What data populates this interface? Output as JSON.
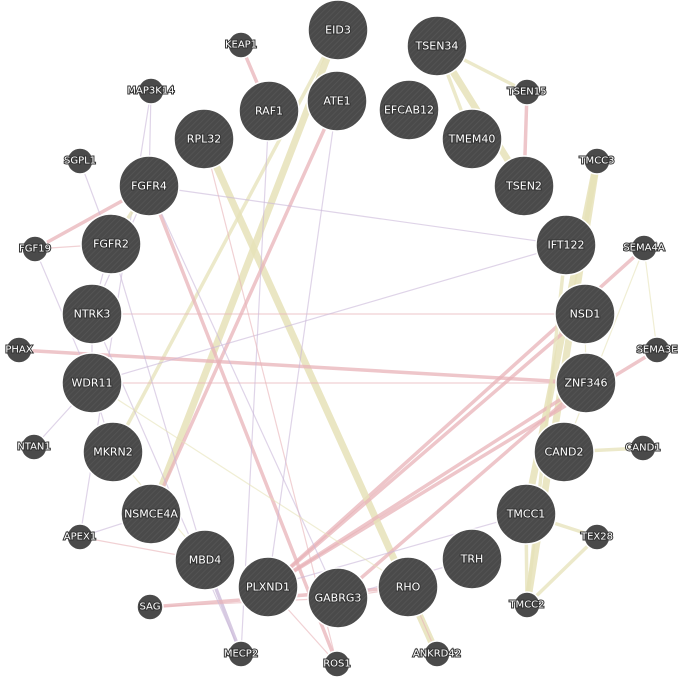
{
  "colors": {
    "node_fill": "#4a4a4a",
    "node_stroke": "#ffffff",
    "edge_coexpression": "#e8b3b8",
    "edge_colocalization": "#c9b8d8",
    "edge_shared_domains": "#e6e2b8",
    "edge_genetic": "#d4cfa0"
  },
  "nodes": [
    {
      "id": "EID3",
      "label": "EID3",
      "size": "large"
    },
    {
      "id": "KEAP1",
      "label": "KEAP1",
      "size": "small"
    },
    {
      "id": "TSEN34",
      "label": "TSEN34",
      "size": "large"
    },
    {
      "id": "MAP3K14",
      "label": "MAP3K14",
      "size": "small"
    },
    {
      "id": "RAF1",
      "label": "RAF1",
      "size": "large"
    },
    {
      "id": "ATE1",
      "label": "ATE1",
      "size": "large"
    },
    {
      "id": "EFCAB12",
      "label": "EFCAB12",
      "size": "large"
    },
    {
      "id": "TSEN15",
      "label": "TSEN15",
      "size": "small"
    },
    {
      "id": "RPL32",
      "label": "RPL32",
      "size": "large"
    },
    {
      "id": "TMEM40",
      "label": "TMEM40",
      "size": "large"
    },
    {
      "id": "SGPL1",
      "label": "SGPL1",
      "size": "small"
    },
    {
      "id": "TMCC3",
      "label": "TMCC3",
      "size": "small"
    },
    {
      "id": "FGFR4",
      "label": "FGFR4",
      "size": "large"
    },
    {
      "id": "TSEN2",
      "label": "TSEN2",
      "size": "large"
    },
    {
      "id": "FGF19",
      "label": "FGF19",
      "size": "small"
    },
    {
      "id": "FGFR2",
      "label": "FGFR2",
      "size": "large"
    },
    {
      "id": "IFT122",
      "label": "IFT122",
      "size": "large"
    },
    {
      "id": "SEMA4A",
      "label": "SEMA4A",
      "size": "small"
    },
    {
      "id": "NTRK3",
      "label": "NTRK3",
      "size": "large"
    },
    {
      "id": "NSD1",
      "label": "NSD1",
      "size": "large"
    },
    {
      "id": "PHAX",
      "label": "PHAX",
      "size": "small"
    },
    {
      "id": "SEMA3E",
      "label": "SEMA3E",
      "size": "small"
    },
    {
      "id": "WDR11",
      "label": "WDR11",
      "size": "large"
    },
    {
      "id": "ZNF346",
      "label": "ZNF346",
      "size": "large"
    },
    {
      "id": "NTAN1",
      "label": "NTAN1",
      "size": "small"
    },
    {
      "id": "CAND2",
      "label": "CAND2",
      "size": "large"
    },
    {
      "id": "CAND1",
      "label": "CAND1",
      "size": "small"
    },
    {
      "id": "MKRN2",
      "label": "MKRN2",
      "size": "large"
    },
    {
      "id": "TMCC1",
      "label": "TMCC1",
      "size": "large"
    },
    {
      "id": "NSMCE4A",
      "label": "NSMCE4A",
      "size": "large"
    },
    {
      "id": "TEX28",
      "label": "TEX28",
      "size": "small"
    },
    {
      "id": "APEX1",
      "label": "APEX1",
      "size": "small"
    },
    {
      "id": "TRH",
      "label": "TRH",
      "size": "large"
    },
    {
      "id": "MBD4",
      "label": "MBD4",
      "size": "large"
    },
    {
      "id": "RHO",
      "label": "RHO",
      "size": "large"
    },
    {
      "id": "PLXND1",
      "label": "PLXND1",
      "size": "large"
    },
    {
      "id": "GABRG3",
      "label": "GABRG3",
      "size": "large"
    },
    {
      "id": "TMCC2",
      "label": "TMCC2",
      "size": "small"
    },
    {
      "id": "SAG",
      "label": "SAG",
      "size": "small"
    },
    {
      "id": "MECP2",
      "label": "MECP2",
      "size": "small"
    },
    {
      "id": "ROS1",
      "label": "ROS1",
      "size": "small"
    },
    {
      "id": "ANKRD42",
      "label": "ANKRD42",
      "size": "small"
    }
  ],
  "edges": [
    {
      "source": "EID3",
      "target": "NSMCE4A",
      "type": "shared_domains",
      "weight": "heavy"
    },
    {
      "source": "EID3",
      "target": "MKRN2",
      "type": "shared_domains",
      "weight": "medium"
    },
    {
      "source": "TSEN34",
      "target": "TSEN15",
      "type": "shared_domains",
      "weight": "medium"
    },
    {
      "source": "TSEN34",
      "target": "TSEN2",
      "type": "shared_domains",
      "weight": "heavy"
    },
    {
      "source": "TSEN34",
      "target": "TMEM40",
      "type": "shared_domains",
      "weight": "medium"
    },
    {
      "source": "TSEN15",
      "target": "TSEN2",
      "type": "coexpression",
      "weight": "medium"
    },
    {
      "source": "TMCC3",
      "target": "TMCC2",
      "type": "shared_domains",
      "weight": "heavy"
    },
    {
      "source": "TMCC3",
      "target": "TMCC1",
      "type": "shared_domains",
      "weight": "heavy"
    },
    {
      "source": "TMCC1",
      "target": "TMCC2",
      "type": "shared_domains",
      "weight": "medium"
    },
    {
      "source": "TMCC1",
      "target": "TEX28",
      "type": "shared_domains",
      "weight": "medium"
    },
    {
      "source": "TEX28",
      "target": "TMCC2",
      "type": "shared_domains",
      "weight": "medium"
    },
    {
      "source": "CAND2",
      "target": "CAND1",
      "type": "shared_domains",
      "weight": "medium"
    },
    {
      "source": "SEMA4A",
      "target": "SEMA3E",
      "type": "shared_domains",
      "weight": "light"
    },
    {
      "source": "SEMA4A",
      "target": "PLXND1",
      "type": "coexpression",
      "weight": "medium"
    },
    {
      "source": "SEMA3E",
      "target": "PLXND1",
      "type": "coexpression",
      "weight": "medium"
    },
    {
      "source": "SEMA4A",
      "target": "CAND2",
      "type": "shared_domains",
      "weight": "light"
    },
    {
      "source": "RPL32",
      "target": "ANKRD42",
      "type": "shared_domains",
      "weight": "heavy"
    },
    {
      "source": "ATE1",
      "target": "NSMCE4A",
      "type": "coexpression",
      "weight": "medium"
    },
    {
      "source": "KEAP1",
      "target": "RAF1",
      "type": "coexpression",
      "weight": "medium"
    },
    {
      "source": "FGFR4",
      "target": "ROS1",
      "type": "coexpression",
      "weight": "medium"
    },
    {
      "source": "FGFR4",
      "target": "FGF19",
      "type": "coexpression",
      "weight": "medium"
    },
    {
      "source": "FGFR2",
      "target": "FGF19",
      "type": "coexpression",
      "weight": "light"
    },
    {
      "source": "SGPL1",
      "target": "FGFR2",
      "type": "colocalization",
      "weight": "light"
    },
    {
      "source": "MAP3K14",
      "target": "FGFR4",
      "type": "colocalization",
      "weight": "light"
    },
    {
      "source": "MAP3K14",
      "target": "APEX1",
      "type": "colocalization",
      "weight": "light"
    },
    {
      "source": "FGFR4",
      "target": "FGFR2",
      "type": "shared_domains",
      "weight": "medium"
    },
    {
      "source": "FGFR4",
      "target": "NTRK3",
      "type": "colocalization",
      "weight": "light"
    },
    {
      "source": "FGFR2",
      "target": "NTRK3",
      "type": "colocalization",
      "weight": "light"
    },
    {
      "source": "NTRK3",
      "target": "WDR11",
      "type": "colocalization",
      "weight": "light"
    },
    {
      "source": "PHAX",
      "target": "ZNF346",
      "type": "coexpression",
      "weight": "medium"
    },
    {
      "source": "WDR11",
      "target": "ZNF346",
      "type": "coexpression",
      "weight": "light"
    },
    {
      "source": "NTRK3",
      "target": "NSD1",
      "type": "coexpression",
      "weight": "light"
    },
    {
      "source": "IFT122",
      "target": "WDR11",
      "type": "colocalization",
      "weight": "light"
    },
    {
      "source": "NSD1",
      "target": "PLXND1",
      "type": "coexpression",
      "weight": "medium"
    },
    {
      "source": "ZNF346",
      "target": "PLXND1",
      "type": "coexpression",
      "weight": "medium"
    },
    {
      "source": "ZNF346",
      "target": "GABRG3",
      "type": "coexpression",
      "weight": "medium"
    },
    {
      "source": "IFT122",
      "target": "TMCC2",
      "type": "shared_domains",
      "weight": "medium"
    },
    {
      "source": "NSMCE4A",
      "target": "APEX1",
      "type": "colocalization",
      "weight": "light"
    },
    {
      "source": "APEX1",
      "target": "MBD4",
      "type": "coexpression",
      "weight": "light"
    },
    {
      "source": "MBD4",
      "target": "MECP2",
      "type": "colocalization",
      "weight": "medium"
    },
    {
      "source": "SAG",
      "target": "RHO",
      "type": "coexpression",
      "weight": "medium"
    },
    {
      "source": "SAG",
      "target": "GABRG3",
      "type": "coexpression",
      "weight": "light"
    },
    {
      "source": "GABRG3",
      "target": "RHO",
      "type": "coexpression",
      "weight": "light"
    },
    {
      "source": "PLXND1",
      "target": "ROS1",
      "type": "coexpression",
      "weight": "light"
    },
    {
      "source": "TRH",
      "target": "GABRG3",
      "type": "colocalization",
      "weight": "light"
    },
    {
      "source": "RHO",
      "target": "ANKRD42",
      "type": "coexpression",
      "weight": "light"
    },
    {
      "source": "WDR11",
      "target": "MKRN2",
      "type": "colocalization",
      "weight": "light"
    },
    {
      "source": "MKRN2",
      "target": "MBD4",
      "type": "shared_domains",
      "weight": "light"
    },
    {
      "source": "RAF1",
      "target": "MECP2",
      "type": "colocalization",
      "weight": "light"
    },
    {
      "source": "FGFR2",
      "target": "MBD4",
      "type": "colocalization",
      "weight": "light"
    },
    {
      "source": "NTRK3",
      "target": "MECP2",
      "type": "colocalization",
      "weight": "light"
    },
    {
      "source": "RPL32",
      "target": "ROS1",
      "type": "coexpression",
      "weight": "light"
    },
    {
      "source": "FGFR4",
      "target": "GABRG3",
      "type": "colocalization",
      "weight": "light"
    },
    {
      "source": "TMCC1",
      "target": "PLXND1",
      "type": "colocalization",
      "weight": "light"
    },
    {
      "source": "IFT122",
      "target": "FGFR4",
      "type": "colocalization",
      "weight": "light"
    },
    {
      "source": "NSD1",
      "target": "ZNF346",
      "type": "shared_domains",
      "weight": "light"
    },
    {
      "source": "WDR11",
      "target": "RHO",
      "type": "shared_domains",
      "weight": "light"
    },
    {
      "source": "ATE1",
      "target": "PLXND1",
      "type": "colocalization",
      "weight": "light"
    },
    {
      "source": "NTAN1",
      "target": "WDR11",
      "type": "colocalization",
      "weight": "light"
    },
    {
      "source": "FGF19",
      "target": "WDR11",
      "type": "colocalization",
      "weight": "light"
    }
  ]
}
